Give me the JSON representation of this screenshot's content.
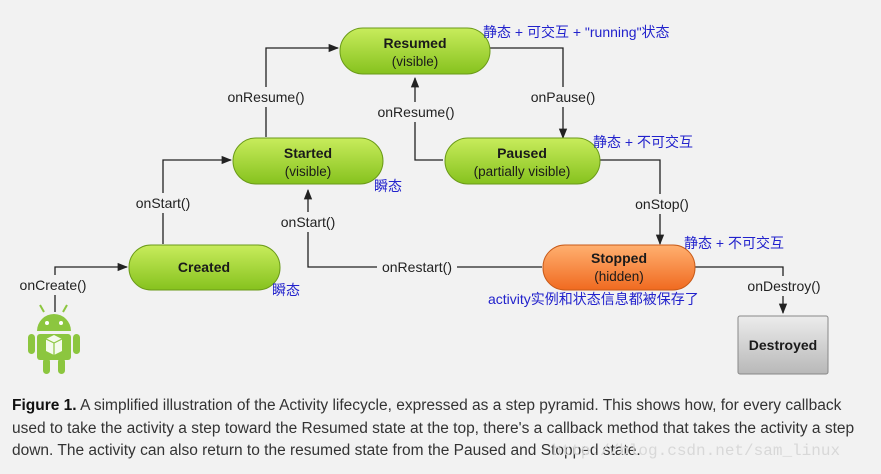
{
  "states": {
    "resumed": {
      "title": "Resumed",
      "sub": "(visible)"
    },
    "started": {
      "title": "Started",
      "sub": "(visible)"
    },
    "created": {
      "title": "Created"
    },
    "paused": {
      "title": "Paused",
      "sub": "(partially visible)"
    },
    "stopped": {
      "title": "Stopped",
      "sub": "(hidden)"
    },
    "destroyed": {
      "title": "Destroyed"
    }
  },
  "callbacks": {
    "on_create": "onCreate()",
    "on_start_left": "onStart()",
    "on_resume_left": "onResume()",
    "on_resume_middle": "onResume()",
    "on_pause": "onPause()",
    "on_stop": "onStop()",
    "on_start_middle": "onStart()",
    "on_restart": "onRestart()",
    "on_destroy": "onDestroy()"
  },
  "notes": {
    "resumed": "静态 + 可交互 + \"running\"状态",
    "paused": "静态 + 不可交互",
    "started": "瞬态",
    "created": "瞬态",
    "stopped": "静态 + 不可交互",
    "stopped_saved": "activity实例和状态信息都被保存了"
  },
  "colors": {
    "green_state": "#99cc33",
    "orange_state": "#ff8844",
    "grey_state": "#d0d0d0",
    "note_text": "#2222cc",
    "android_green": "#8cc63f"
  },
  "caption": {
    "label": "Figure 1.",
    "text": "A simplified illustration of the Activity lifecycle, expressed as a step pyramid. This shows how, for every callback used to take the activity a step toward the Resumed state at the top, there's a callback method that takes the activity a step down. The activity can also return to the resumed state from the Paused and Stopped state."
  },
  "watermark": "http://blog.csdn.net/sam_linux"
}
